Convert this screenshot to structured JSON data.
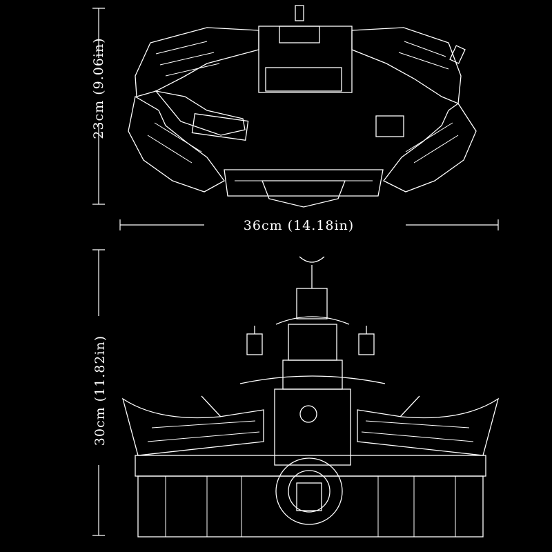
{
  "dimensions": {
    "depth": "23cm (9.06in)",
    "width": "36cm (14.18in)",
    "height": "30cm (11.82in)"
  },
  "colors": {
    "background": "#000000",
    "line": "#ffffff"
  },
  "views": [
    "top-view-outline",
    "front-view-outline"
  ]
}
